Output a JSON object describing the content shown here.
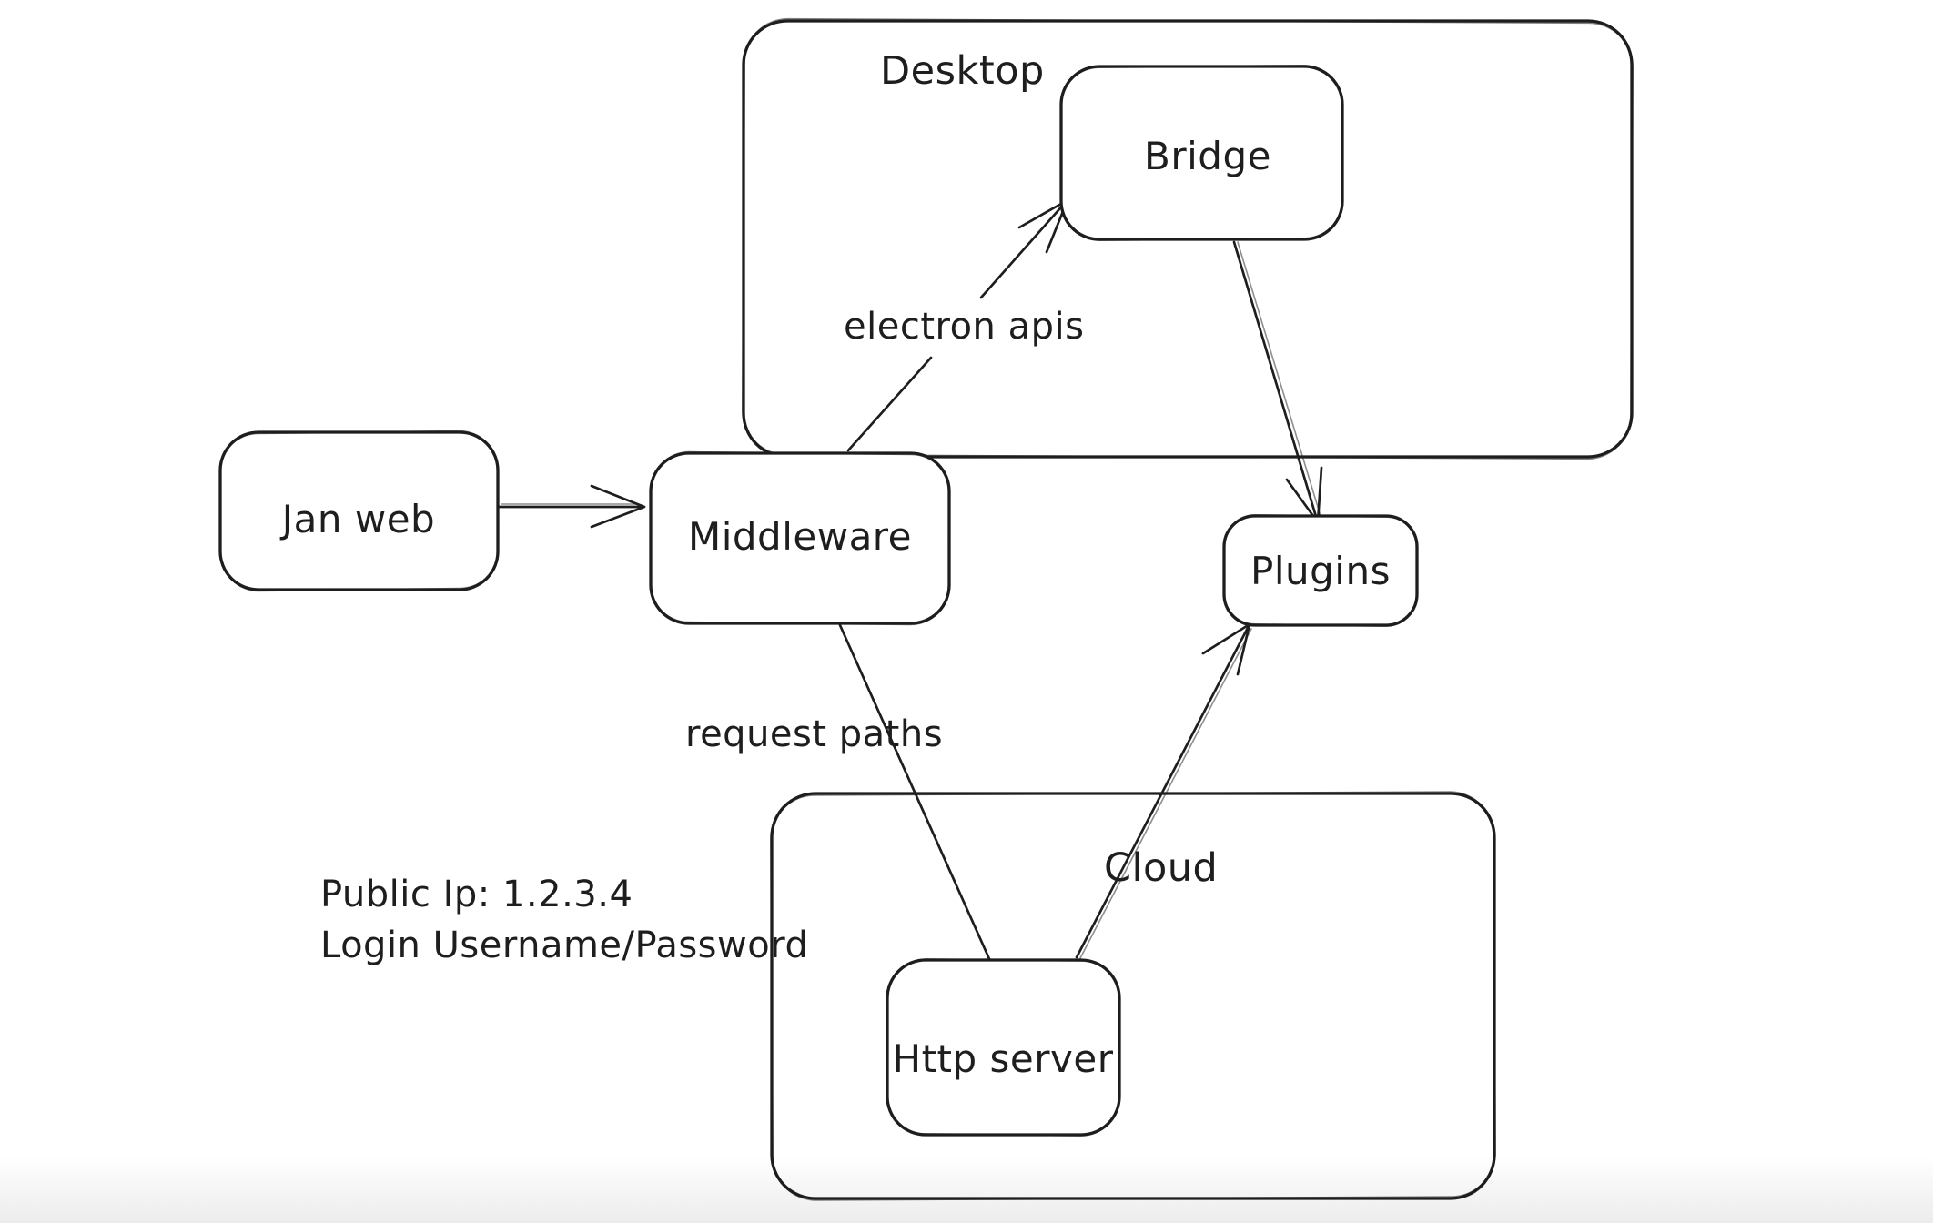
{
  "meta": {
    "background_color": "#ffffff",
    "stroke_color": "#1e1e1e"
  },
  "diagram": {
    "containers": [
      {
        "id": "desktop",
        "label": "Desktop"
      },
      {
        "id": "cloud",
        "label": "Cloud"
      }
    ],
    "nodes": [
      {
        "id": "jan-web",
        "label": "Jan web"
      },
      {
        "id": "middleware",
        "label": "Middleware"
      },
      {
        "id": "bridge",
        "label": "Bridge"
      },
      {
        "id": "plugins",
        "label": "Plugins"
      },
      {
        "id": "http-server",
        "label": "Http server"
      }
    ],
    "edges": [
      {
        "from": "jan-web",
        "to": "middleware",
        "label": ""
      },
      {
        "from": "middleware",
        "to": "bridge",
        "label": "electron apis"
      },
      {
        "from": "bridge",
        "to": "plugins",
        "label": ""
      },
      {
        "from": "middleware",
        "to": "http-server",
        "label": "request paths"
      },
      {
        "from": "http-server",
        "to": "plugins",
        "label": ""
      }
    ],
    "annotations": [
      {
        "text": "Public Ip: 1.2.3.4"
      },
      {
        "text": "Login Username/Password"
      }
    ]
  }
}
